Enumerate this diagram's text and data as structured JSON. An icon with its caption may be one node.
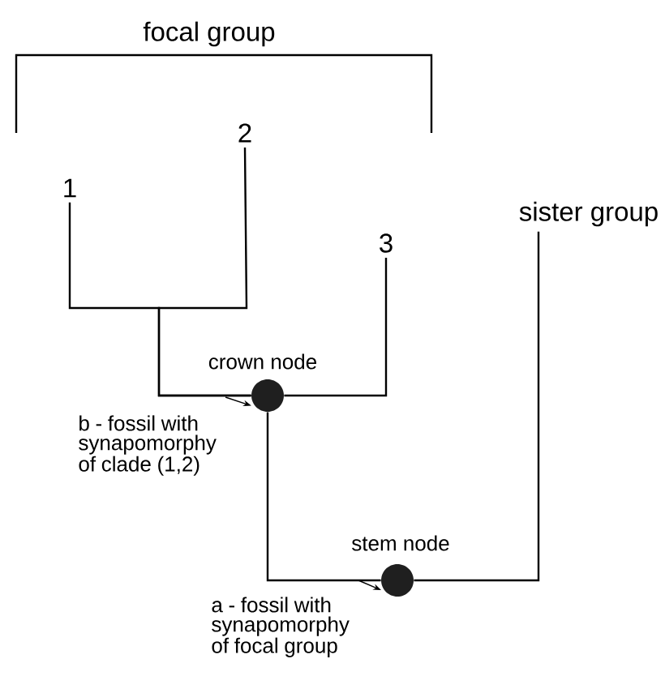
{
  "diagram": {
    "nodes": [
      {
        "text": [
          "1"
        ]
      },
      {
        "text": [
          "2"
        ]
      },
      {
        "text": [
          "3"
        ]
      },
      {
        "text": [
          "sister group"
        ]
      },
      {
        "text": [],
        "shape": "circle",
        "beside": [
          "crown node"
        ]
      },
      {
        "text": [],
        "shape": "circle",
        "beside": [
          "stem node"
        ]
      },
      {
        "text": [
          "b - fossil with synapomorphy of clade (1,2)"
        ]
      },
      {
        "text": [
          "a - fossil with synapomorphy of focal group"
        ]
      }
    ],
    "edges": [
      {
        "from": 4,
        "to": 0,
        "arrow": "none"
      },
      {
        "from": 4,
        "to": 1,
        "arrow": "none"
      },
      {
        "from": 4,
        "to": 2,
        "arrow": "none"
      },
      {
        "from": 5,
        "to": 4,
        "arrow": "none"
      },
      {
        "from": 5,
        "to": 3,
        "arrow": "none"
      },
      {
        "from": 6,
        "to": 4,
        "arrow": "to"
      },
      {
        "from": 7,
        "to": 5,
        "arrow": "to"
      }
    ],
    "labels": [
      "focal group"
    ]
  }
}
